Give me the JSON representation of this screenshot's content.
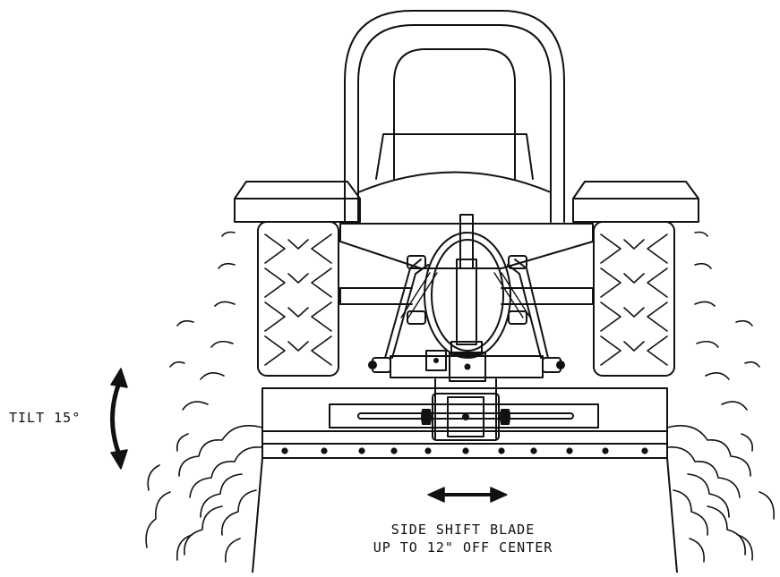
{
  "labels": {
    "tilt": "TILT 15°",
    "side_shift_line1": "SIDE SHIFT BLADE",
    "side_shift_line2": "UP TO 12\" OFF CENTER"
  },
  "colors": {
    "line": "#111111",
    "background": "#ffffff"
  },
  "icons": {
    "tilt_arrow": "curved-double-arrow-icon",
    "shift_arrow": "horizontal-double-arrow-icon"
  }
}
